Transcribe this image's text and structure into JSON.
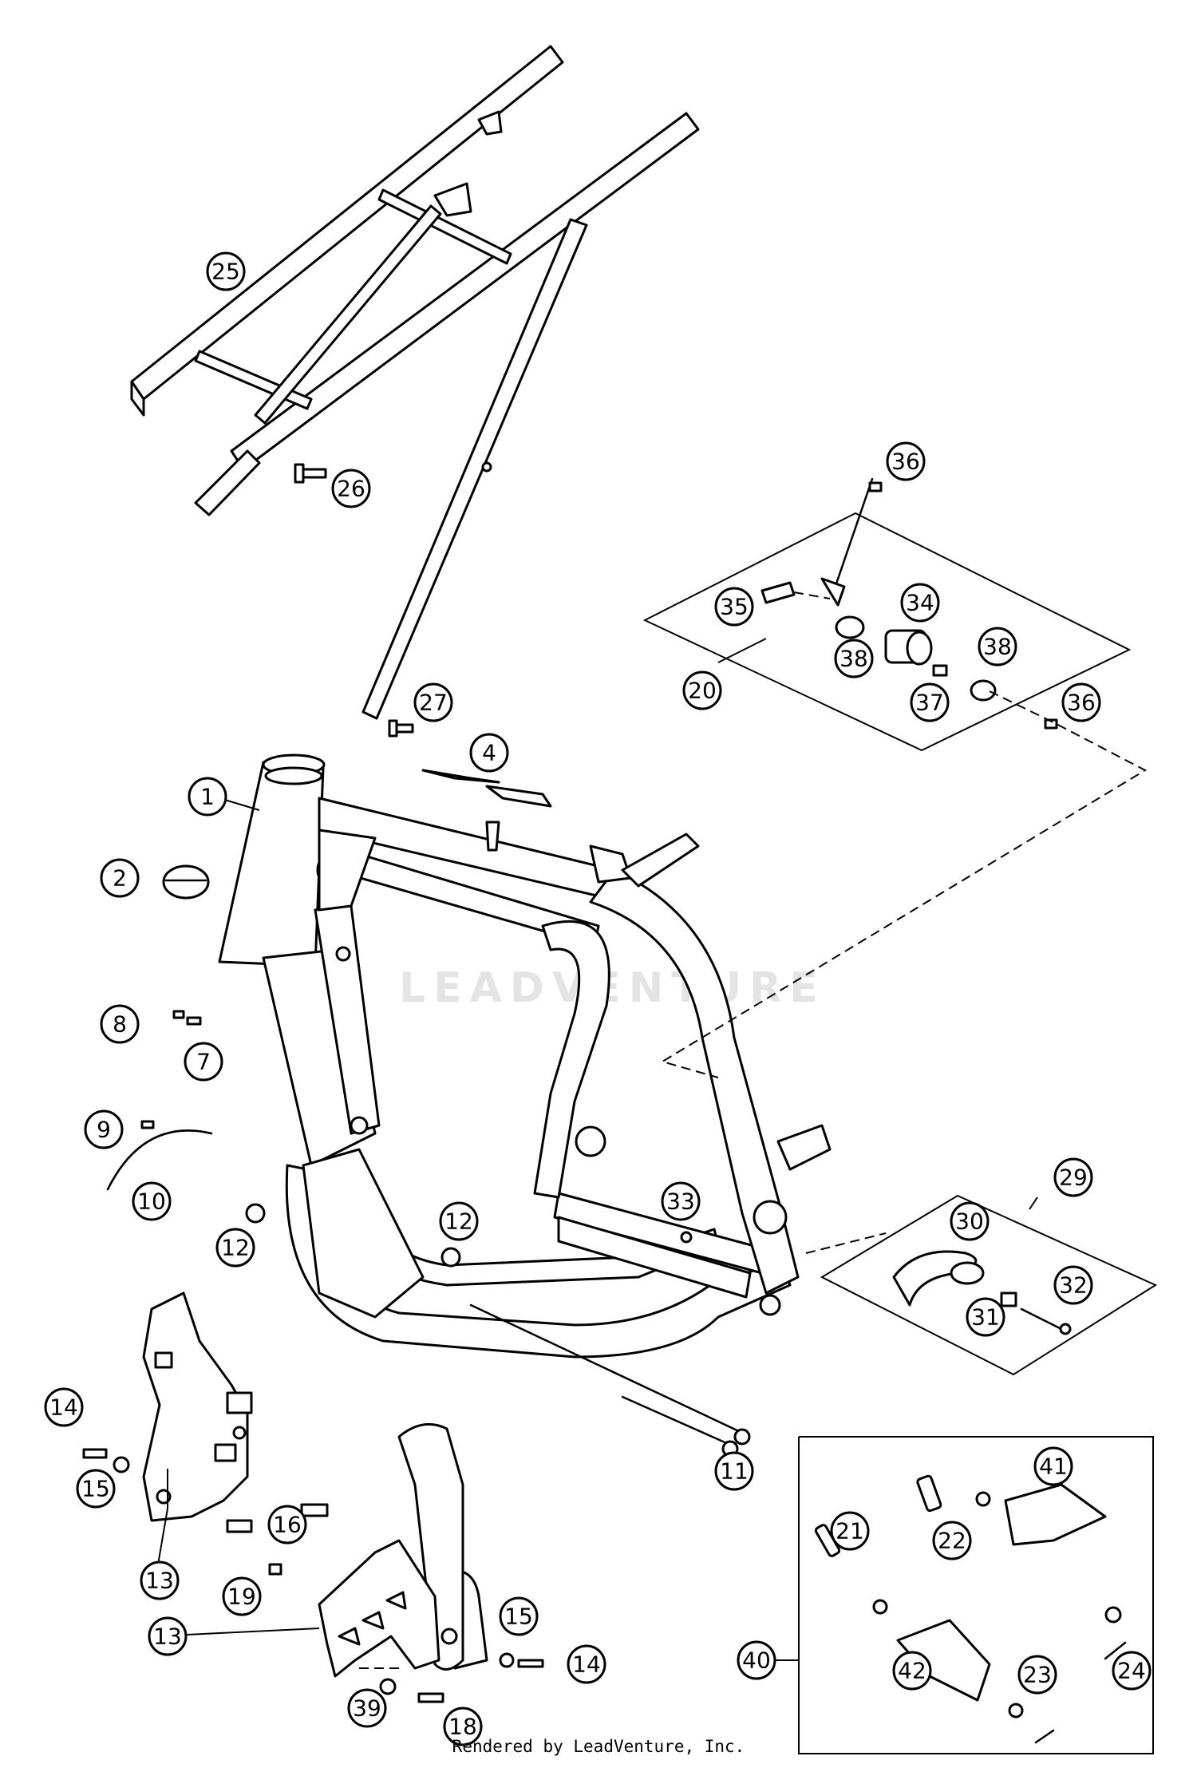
{
  "watermark": "LEADVENTURE",
  "credit": "Rendered by LeadVenture, Inc.",
  "callouts": [
    "1",
    "2",
    "4",
    "7",
    "8",
    "9",
    "10",
    "11",
    "12",
    "12",
    "13",
    "13",
    "14",
    "14",
    "15",
    "15",
    "16",
    "18",
    "19",
    "20",
    "21",
    "22",
    "23",
    "24",
    "25",
    "26",
    "27",
    "29",
    "30",
    "31",
    "32",
    "33",
    "34",
    "35",
    "36",
    "36",
    "37",
    "38",
    "38",
    "39",
    "40",
    "41",
    "42"
  ]
}
